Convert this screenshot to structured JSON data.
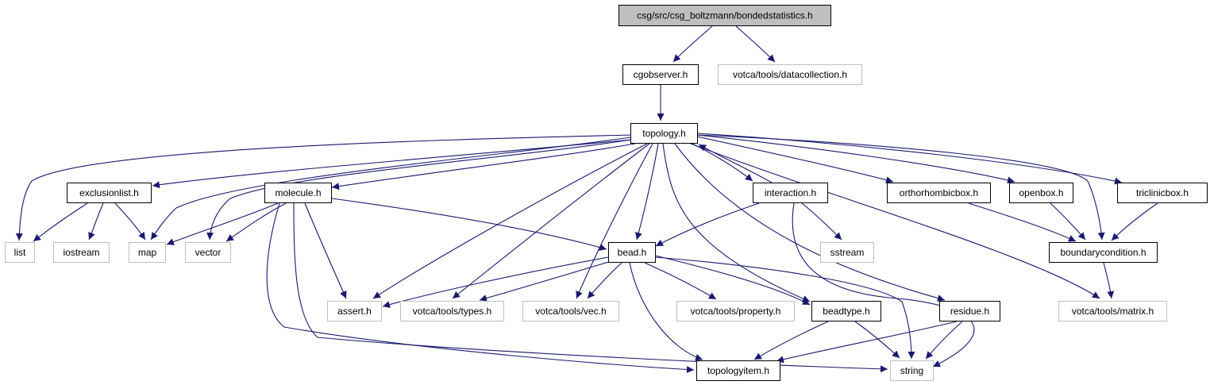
{
  "colors": {
    "edge": "#191970",
    "root_fill": "#bfbfbf",
    "doc_border": "#000000",
    "ext_border": "#bfbfbf",
    "text": "#000000"
  },
  "nodes": [
    {
      "id": "root",
      "label": "csg/src/csg_boltzmann/bondedstatistics.h",
      "kind": "root"
    },
    {
      "id": "cgobserver",
      "label": "cgobserver.h",
      "kind": "doc"
    },
    {
      "id": "datacollection",
      "label": "votca/tools/datacollection.h",
      "kind": "ext"
    },
    {
      "id": "topology",
      "label": "topology.h",
      "kind": "doc"
    },
    {
      "id": "exclusionlist",
      "label": "exclusionlist.h",
      "kind": "doc"
    },
    {
      "id": "molecule",
      "label": "molecule.h",
      "kind": "doc"
    },
    {
      "id": "interaction",
      "label": "interaction.h",
      "kind": "doc"
    },
    {
      "id": "orthorhombicbox",
      "label": "orthorhombicbox.h",
      "kind": "doc"
    },
    {
      "id": "openbox",
      "label": "openbox.h",
      "kind": "doc"
    },
    {
      "id": "triclinicbox",
      "label": "triclinicbox.h",
      "kind": "doc"
    },
    {
      "id": "list",
      "label": "list",
      "kind": "ext"
    },
    {
      "id": "iostream",
      "label": "iostream",
      "kind": "ext"
    },
    {
      "id": "map",
      "label": "map",
      "kind": "ext"
    },
    {
      "id": "vector",
      "label": "vector",
      "kind": "ext"
    },
    {
      "id": "bead",
      "label": "bead.h",
      "kind": "doc"
    },
    {
      "id": "sstream",
      "label": "sstream",
      "kind": "ext"
    },
    {
      "id": "boundarycondition",
      "label": "boundarycondition.h",
      "kind": "doc"
    },
    {
      "id": "assert",
      "label": "assert.h",
      "kind": "ext"
    },
    {
      "id": "types",
      "label": "votca/tools/types.h",
      "kind": "ext"
    },
    {
      "id": "vec",
      "label": "votca/tools/vec.h",
      "kind": "ext"
    },
    {
      "id": "property",
      "label": "votca/tools/property.h",
      "kind": "ext"
    },
    {
      "id": "beadtype",
      "label": "beadtype.h",
      "kind": "doc"
    },
    {
      "id": "residue",
      "label": "residue.h",
      "kind": "doc"
    },
    {
      "id": "matrix",
      "label": "votca/tools/matrix.h",
      "kind": "ext"
    },
    {
      "id": "topologyitem",
      "label": "topologyitem.h",
      "kind": "doc"
    },
    {
      "id": "string",
      "label": "string",
      "kind": "ext"
    }
  ],
  "edges": [
    [
      "root",
      "cgobserver"
    ],
    [
      "root",
      "datacollection"
    ],
    [
      "cgobserver",
      "topology"
    ],
    [
      "topology",
      "list"
    ],
    [
      "topology",
      "map"
    ],
    [
      "topology",
      "vector"
    ],
    [
      "topology",
      "exclusionlist"
    ],
    [
      "topology",
      "molecule"
    ],
    [
      "topology",
      "interaction"
    ],
    [
      "topology",
      "orthorhombicbox"
    ],
    [
      "topology",
      "openbox"
    ],
    [
      "topology",
      "triclinicbox"
    ],
    [
      "topology",
      "boundarycondition"
    ],
    [
      "topology",
      "bead"
    ],
    [
      "topology",
      "assert"
    ],
    [
      "topology",
      "types"
    ],
    [
      "topology",
      "vec"
    ],
    [
      "topology",
      "beadtype"
    ],
    [
      "topology",
      "residue"
    ],
    [
      "topology",
      "matrix"
    ],
    [
      "exclusionlist",
      "list"
    ],
    [
      "exclusionlist",
      "iostream"
    ],
    [
      "exclusionlist",
      "map"
    ],
    [
      "molecule",
      "map"
    ],
    [
      "molecule",
      "vector"
    ],
    [
      "molecule",
      "bead"
    ],
    [
      "molecule",
      "assert"
    ],
    [
      "molecule",
      "topologyitem"
    ],
    [
      "molecule",
      "string"
    ],
    [
      "interaction",
      "topology"
    ],
    [
      "interaction",
      "bead"
    ],
    [
      "interaction",
      "sstream"
    ],
    [
      "interaction",
      "string"
    ],
    [
      "orthorhombicbox",
      "boundarycondition"
    ],
    [
      "openbox",
      "boundarycondition"
    ],
    [
      "triclinicbox",
      "boundarycondition"
    ],
    [
      "boundarycondition",
      "matrix"
    ],
    [
      "bead",
      "assert"
    ],
    [
      "bead",
      "types"
    ],
    [
      "bead",
      "vec"
    ],
    [
      "bead",
      "property"
    ],
    [
      "bead",
      "beadtype"
    ],
    [
      "bead",
      "topologyitem"
    ],
    [
      "bead",
      "string"
    ],
    [
      "beadtype",
      "topologyitem"
    ],
    [
      "beadtype",
      "string"
    ],
    [
      "residue",
      "topologyitem"
    ],
    [
      "residue",
      "string"
    ]
  ]
}
